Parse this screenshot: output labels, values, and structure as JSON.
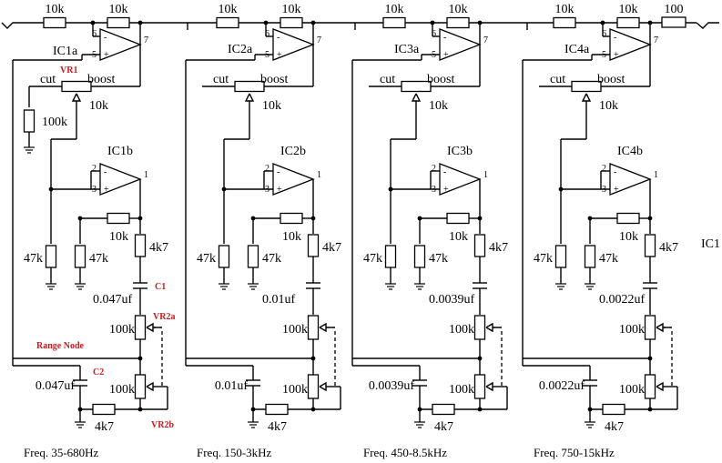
{
  "top_chain": {
    "resistor_label": "10k",
    "output_resistor_label": "100"
  },
  "stages": [
    {
      "ic_a": "IC1a",
      "ic_b": "IC1b",
      "cut": "cut",
      "boost": "boost",
      "pot_value": "10k",
      "fb_resistor": "10k",
      "to_ground_resistor": "100k",
      "r47_left": "47k",
      "r47_right": "47k",
      "r4k7": "4k7",
      "cap_top": "0.047uf",
      "cap_bottom": "0.047uf",
      "pot_top": "100k",
      "pot_bottom": "100k",
      "bottom_resistor": "4k7",
      "freq": "Freq.  35-680Hz"
    },
    {
      "ic_a": "IC2a",
      "ic_b": "IC2b",
      "cut": "cut",
      "boost": "boost",
      "pot_value": "10k",
      "fb_resistor": "10k",
      "r47_left": "47k",
      "r47_right": "47k",
      "r4k7": "4k7",
      "cap_top": "0.01uf",
      "cap_bottom": "0.01uf",
      "pot_top": "100k",
      "pot_bottom": "100k",
      "bottom_resistor": "4k7",
      "freq": "Freq.  150-3kHz"
    },
    {
      "ic_a": "IC3a",
      "ic_b": "IC3b",
      "cut": "cut",
      "boost": "boost",
      "pot_value": "10k",
      "fb_resistor": "10k",
      "r47_left": "47k",
      "r47_right": "47k",
      "r4k7": "4k7",
      "cap_top": "0.0039uf",
      "cap_bottom": "0.0039uf",
      "pot_top": "100k",
      "pot_bottom": "100k",
      "bottom_resistor": "4k7",
      "freq": "Freq.  450-8.5kHz"
    },
    {
      "ic_a": "IC4a",
      "ic_b": "IC4b",
      "cut": "cut",
      "boost": "boost",
      "pot_value": "10k",
      "fb_resistor": "10k",
      "r47_left": "47k",
      "r47_right": "47k",
      "r4k7": "4k7",
      "cap_top": "0.0022uf",
      "cap_bottom": "0.0022uf",
      "pot_top": "100k",
      "pot_bottom": "100k",
      "bottom_resistor": "4k7",
      "freq": "Freq.  750-15kHz"
    }
  ],
  "annotations": {
    "vr1": "VR1",
    "c1": "C1",
    "vr2a": "VR2a",
    "range_node": "Range Node",
    "c2": "C2",
    "vr2b": "VR2b",
    "right_label": "IC1"
  },
  "pins": {
    "a_inv": "6",
    "a_noninv": "5",
    "a_out": "7",
    "b_inv": "2",
    "b_noninv": "3",
    "b_out": "1",
    "minus": "-",
    "plus": "+"
  }
}
